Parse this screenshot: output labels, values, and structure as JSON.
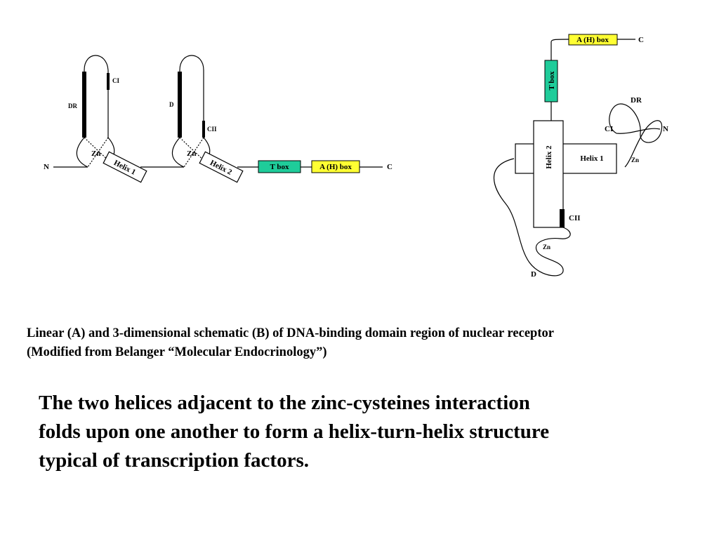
{
  "colors": {
    "t_box": "#1fcc9a",
    "a_box": "#ffff33",
    "line": "#000000",
    "background": "#ffffff"
  },
  "linear_schematic": {
    "n_label": "N",
    "c_label": "C",
    "finger1": {
      "left_label": "DR",
      "right_label": "CI",
      "zn_label": "Zn",
      "helix_label": "Helix 1"
    },
    "finger2": {
      "left_label": "D",
      "right_label": "CII",
      "zn_label": "Zn",
      "helix_label": "Helix 2"
    },
    "t_box_label": "T box",
    "a_box_label": "A (H) box"
  },
  "three_d_schematic": {
    "a_box_label": "A (H) box",
    "c_label": "C",
    "t_box_label": "T box",
    "dr_label": "DR",
    "ci_label": "CI",
    "n_label": "N",
    "helix1_label": "Helix 1",
    "helix2_label": "Helix 2",
    "zn_right_label": "Zn",
    "cii_label": "CII",
    "zn_bottom_label": "Zn",
    "d_label": "D"
  },
  "caption": {
    "line1": "Linear (A) and 3-dimensional schematic (B) of DNA-binding domain region of nuclear receptor",
    "line2": "(Modified from Belanger “Molecular Endocrinology”)"
  },
  "body_text": {
    "line1": "The two helices adjacent to the zinc-cysteines interaction",
    "line2": "folds upon one another to form a helix-turn-helix structure",
    "line3": "typical of transcription factors."
  }
}
